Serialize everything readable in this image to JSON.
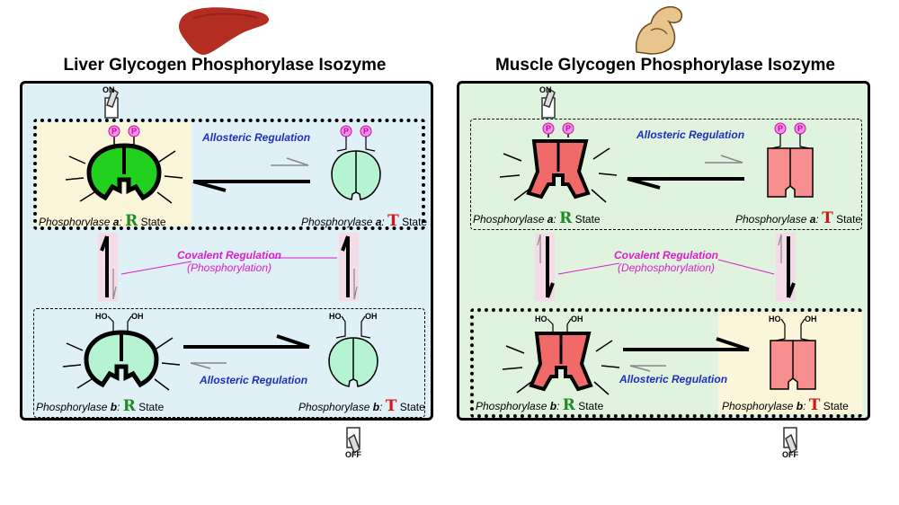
{
  "colors": {
    "liver_bg": "#dff0f7",
    "muscle_bg": "#dff3df",
    "highlight": "#fbf5d9",
    "liver_active": "#22d11e",
    "liver_inactive": "#b6f3d2",
    "muscle_active": "#f06a6a",
    "muscle_inactive": "#f78e8e",
    "allosteric_text": "#1f2fb8",
    "covalent_text": "#d81fc8",
    "phosphate": "#f78bf5"
  },
  "liver": {
    "title": "Liver Glycogen Phosphorylase Isozyme",
    "icon": "liver-icon",
    "switch_top": "ON",
    "switch_bottom": "OFF",
    "row_a": {
      "left_label": {
        "prefix": "Phosphorylase ",
        "form": "a",
        "state": "R",
        "suffix": "State"
      },
      "right_label": {
        "prefix": "Phosphorylase ",
        "form": "a",
        "state": "T",
        "suffix": "State"
      },
      "regulation": "Allosteric Regulation",
      "phosphate": "P"
    },
    "covalent": {
      "title": "Covalent Regulation",
      "subtitle": "(Phosphorylation)"
    },
    "row_b": {
      "left_label": {
        "prefix": "Phosphorylase ",
        "form": "b",
        "state": "R",
        "suffix": "State"
      },
      "right_label": {
        "prefix": "Phosphorylase ",
        "form": "b",
        "state": "T",
        "suffix": "State"
      },
      "regulation": "Allosteric Regulation",
      "hydroxyl": "OH",
      "hydroxyl_left": "HO"
    }
  },
  "muscle": {
    "title": "Muscle Glycogen Phosphorylase Isozyme",
    "icon": "muscle-arm-icon",
    "switch_top": "ON",
    "switch_bottom": "OFF",
    "row_a": {
      "left_label": {
        "prefix": "Phosphorylase ",
        "form": "a",
        "state": "R",
        "suffix": "State"
      },
      "right_label": {
        "prefix": "Phosphorylase ",
        "form": "a",
        "state": "T",
        "suffix": "State"
      },
      "regulation": "Allosteric Regulation",
      "phosphate": "P"
    },
    "covalent": {
      "title": "Covalent Regulation",
      "subtitle": "(Dephosphorylation)"
    },
    "row_b": {
      "left_label": {
        "prefix": "Phosphorylase ",
        "form": "b",
        "state": "R",
        "suffix": "State"
      },
      "right_label": {
        "prefix": "Phosphorylase ",
        "form": "b",
        "state": "T",
        "suffix": "State"
      },
      "regulation": "Allosteric Regulation",
      "hydroxyl": "OH",
      "hydroxyl_left": "HO"
    }
  }
}
